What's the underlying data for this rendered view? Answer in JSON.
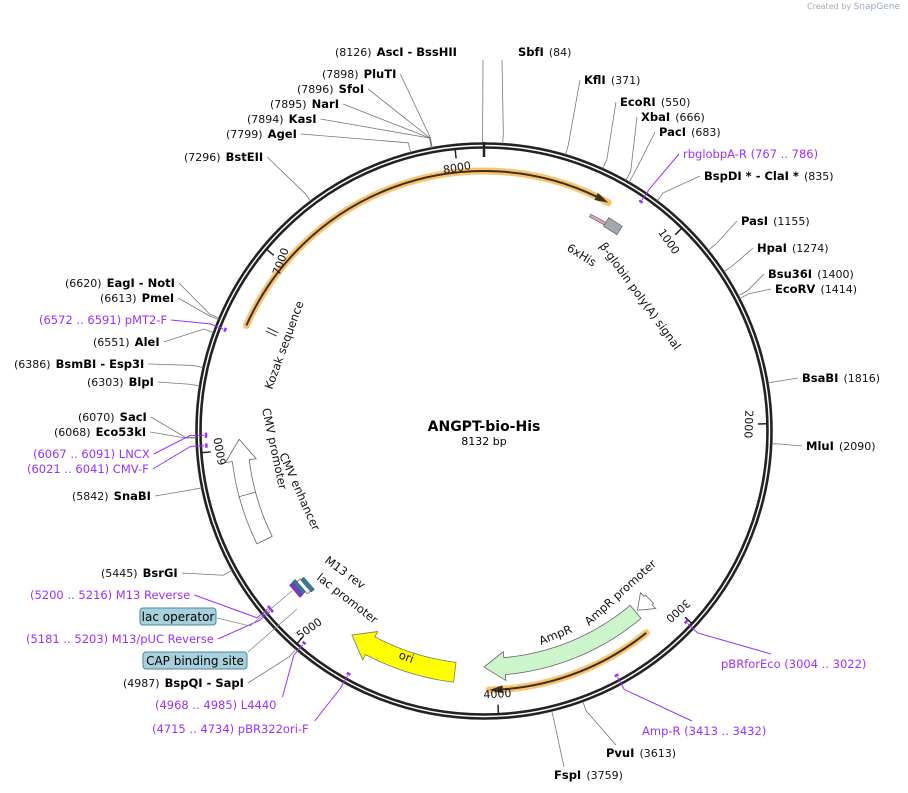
{
  "map": {
    "title": "ANGPT-bio-His",
    "length": "8132 bp",
    "total_bp": 8132
  },
  "watermark": {
    "prefix": "Created by",
    "brand": "SnapGene"
  },
  "colors": {
    "ring": "#222222",
    "primer": "#9b30ff",
    "cds_halo": "#f9c36f",
    "ampr": "#ccf5cc",
    "ori": "#ffff00",
    "his": "#e8a0c0",
    "polya": "#a0a8b0",
    "lac": "#2a7f9a",
    "m13": "#8a2be2",
    "box": "#a8d0dc"
  },
  "ticks": [
    "1000",
    "2000",
    "3000",
    "4000",
    "5000",
    "6000",
    "7000",
    "8000"
  ],
  "sites": [
    {
      "name": "AscI  - BssHII",
      "pos": 8126
    },
    {
      "name": "PluTI",
      "pos": 7898
    },
    {
      "name": "SfoI",
      "pos": 7896
    },
    {
      "name": "NarI",
      "pos": 7895
    },
    {
      "name": "KasI",
      "pos": 7894
    },
    {
      "name": "AgeI",
      "pos": 7799
    },
    {
      "name": "BstEII",
      "pos": 7296
    },
    {
      "name": "EagI  - NotI",
      "pos": 6620
    },
    {
      "name": "PmeI",
      "pos": 6613
    },
    {
      "name": "AleI",
      "pos": 6551
    },
    {
      "name": "BsmBI  - Esp3I",
      "pos": 6386
    },
    {
      "name": "BlpI",
      "pos": 6303
    },
    {
      "name": "SacI",
      "pos": 6070
    },
    {
      "name": "Eco53kI",
      "pos": 6068
    },
    {
      "name": "SnaBI",
      "pos": 5842
    },
    {
      "name": "BsrGI",
      "pos": 5445
    },
    {
      "name": "BspQI  - SapI",
      "pos": 4987
    },
    {
      "name": "SbfI",
      "pos": 84
    },
    {
      "name": "KflI",
      "pos": 371
    },
    {
      "name": "EcoRI",
      "pos": 550
    },
    {
      "name": "XbaI",
      "pos": 666
    },
    {
      "name": "PacI",
      "pos": 683
    },
    {
      "name": "BspDI *  - ClaI *",
      "pos": 835
    },
    {
      "name": "PasI",
      "pos": 1155
    },
    {
      "name": "HpaI",
      "pos": 1274
    },
    {
      "name": "Bsu36I",
      "pos": 1400
    },
    {
      "name": "EcoRV",
      "pos": 1414
    },
    {
      "name": "BsaBI",
      "pos": 1816
    },
    {
      "name": "MluI",
      "pos": 2090
    },
    {
      "name": "PvuI",
      "pos": 3613
    },
    {
      "name": "FspI",
      "pos": 3759
    }
  ],
  "primers": [
    {
      "name": "pMT2-F",
      "range": "(6572 .. 6591)",
      "start": 6572,
      "end": 6591
    },
    {
      "name": "LNCX",
      "range": "(6067 .. 6091)",
      "start": 6067,
      "end": 6091
    },
    {
      "name": "CMV-F",
      "range": "(6021 .. 6041)",
      "start": 6021,
      "end": 6041
    },
    {
      "name": "M13 Reverse",
      "range": "(5200 .. 5216)",
      "start": 5200,
      "end": 5216
    },
    {
      "name": "M13/pUC Reverse",
      "range": "(5181 .. 5203)",
      "start": 5181,
      "end": 5203
    },
    {
      "name": "L4440",
      "range": "(4968 .. 4985)",
      "start": 4968,
      "end": 4985
    },
    {
      "name": "pBR322ori-F",
      "range": "(4715 .. 4734)",
      "start": 4715,
      "end": 4734
    },
    {
      "name": "rbglobpA-R",
      "range": "(767 .. 786)",
      "start": 767,
      "end": 786
    },
    {
      "name": "pBRforEco",
      "range": "(3004 .. 3022)",
      "start": 3004,
      "end": 3022
    },
    {
      "name": "Amp-R",
      "range": "(3413 .. 3432)",
      "start": 3413,
      "end": 3432
    }
  ],
  "features": {
    "kozak": "Kozak sequence",
    "cmv_promoter": "CMV promoter",
    "cmv_enhancer": "CMV enhancer",
    "his": "6xHis",
    "polya": "β-globin poly(A) signal",
    "m13rev": "M13 rev",
    "lac_promoter": "lac promoter",
    "ori": "ori",
    "ampr": "AmpR",
    "ampr_promoter": "AmpR promoter",
    "lac_operator": "lac operator",
    "cap_site": "CAP binding site"
  }
}
